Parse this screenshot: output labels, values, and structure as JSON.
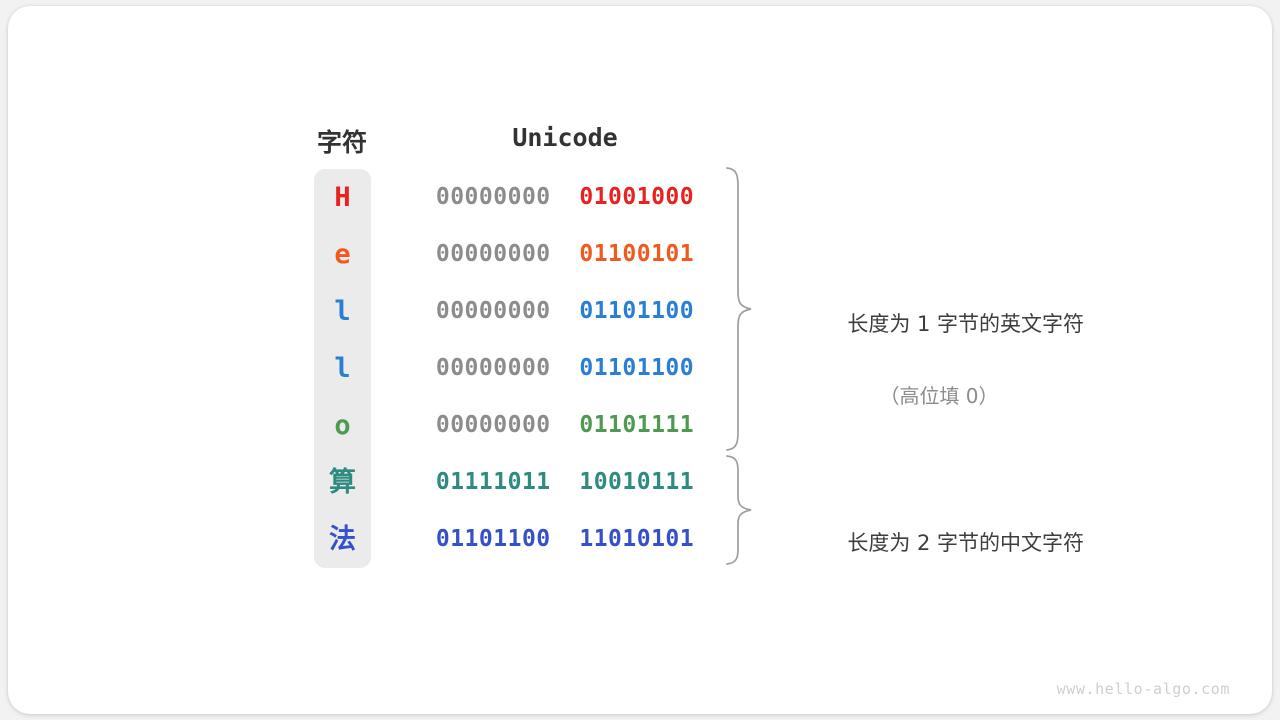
{
  "figure": {
    "title_char_column": "字符",
    "title_code_column": "Unicode",
    "watermark": "www.hello-algo.com",
    "colors": {
      "card_background": "#ffffff",
      "page_background": "#f2f2f2",
      "char_strip": "#ebebeb",
      "header_text": "#333333",
      "padding_bits": "#8c8c8c",
      "annotation_text": "#3d3d3d",
      "annotation_subtext": "#8c8c8c",
      "brace_stroke": "#9e9e9e",
      "watermark": "#cfcfcf"
    },
    "rows": [
      {
        "char": "H",
        "color": "#e8221f",
        "high_byte": "00000000",
        "low_byte": "01001000",
        "bytes": 1
      },
      {
        "char": "e",
        "color": "#f05a1e",
        "high_byte": "00000000",
        "low_byte": "01100101",
        "bytes": 1
      },
      {
        "char": "l",
        "color": "#2a7fd4",
        "high_byte": "00000000",
        "low_byte": "01101100",
        "bytes": 1
      },
      {
        "char": "l",
        "color": "#2a7fd4",
        "high_byte": "00000000",
        "low_byte": "01101100",
        "bytes": 1
      },
      {
        "char": "o",
        "color": "#4e9a51",
        "high_byte": "00000000",
        "low_byte": "01101111",
        "bytes": 1
      },
      {
        "char": "算",
        "color": "#2e8b7f",
        "high_byte": "01111011",
        "low_byte": "10010111",
        "bytes": 2
      },
      {
        "char": "法",
        "color": "#3550c8",
        "high_byte": "01101100",
        "low_byte": "11010101",
        "bytes": 2
      }
    ],
    "annotations": [
      {
        "main": "长度为 1 字节的英文字符",
        "sub": "（高位填 0）"
      },
      {
        "main": "长度为 2 字节的中文字符",
        "sub": ""
      }
    ]
  }
}
